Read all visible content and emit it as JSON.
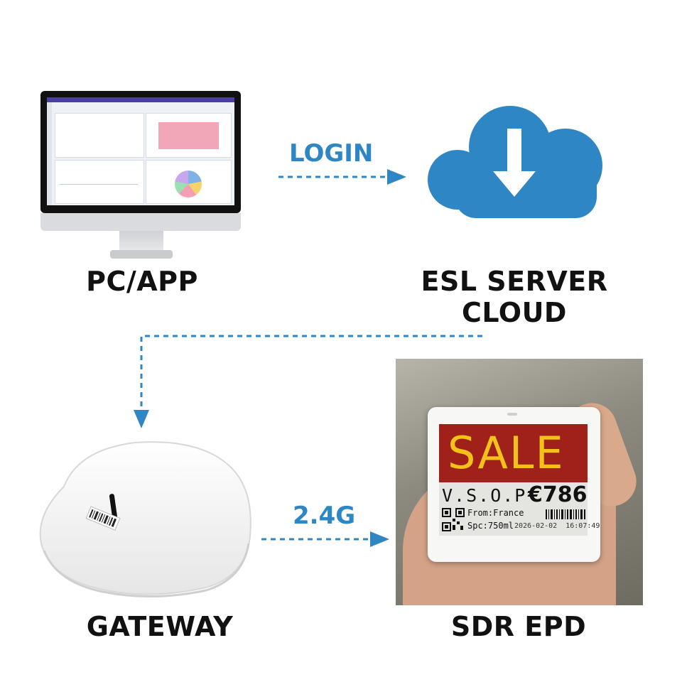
{
  "nodes": {
    "pc": {
      "label": "PC/APP",
      "icon": "desktop-monitor-icon"
    },
    "cloud": {
      "label": "ESL SERVER CLOUD",
      "icon": "cloud-download-icon",
      "color": "#2f86c4"
    },
    "gateway": {
      "label": "GATEWAY",
      "icon": "wireless-gateway-icon"
    },
    "epd": {
      "label": "SDR EPD",
      "icon": "electronic-shelf-label-photo"
    }
  },
  "connections": {
    "login": {
      "label": "LOGIN",
      "from": "PC/APP",
      "to": "ESL SERVER CLOUD"
    },
    "cloud_to_gateway": {
      "label": "",
      "from": "ESL SERVER CLOUD",
      "to": "GATEWAY"
    },
    "wireless": {
      "label": "2.4G",
      "from": "GATEWAY",
      "to": "SDR EPD"
    }
  },
  "epd_display": {
    "banner": "SALE",
    "product": "V.S.O.P",
    "price": "€786",
    "origin": "From:France",
    "volume": "Spc:750ml",
    "timestamp": "2026-02-02  16:07:49",
    "banner_color": "#a0211a",
    "banner_text_color": "#f2c21b"
  },
  "colors": {
    "accent": "#2f86c4",
    "text": "#111111"
  }
}
